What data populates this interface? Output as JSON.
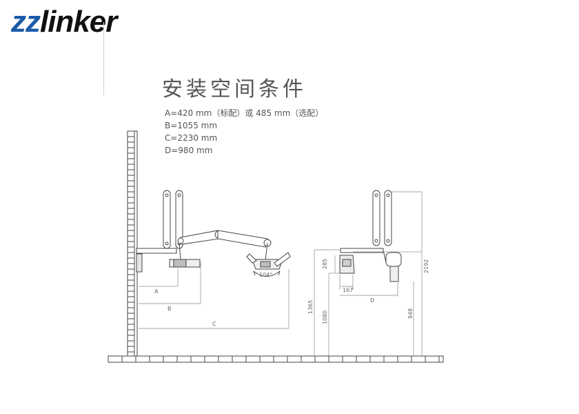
{
  "logo": {
    "prefix": "zz",
    "suffix": "linker"
  },
  "title": "安装空间条件",
  "specs": [
    "A=420 mm（标配）或 485 mm（选配）",
    "B=1055 mm",
    "C=2230 mm",
    "D=980 mm"
  ],
  "labels": {
    "A": "A",
    "B": "B",
    "C": "C",
    "D": "D",
    "angle": "104°",
    "h1365": "1365",
    "h1080": "1080",
    "h285": "285",
    "w167": "167",
    "h948": "948",
    "h2192": "2192"
  }
}
